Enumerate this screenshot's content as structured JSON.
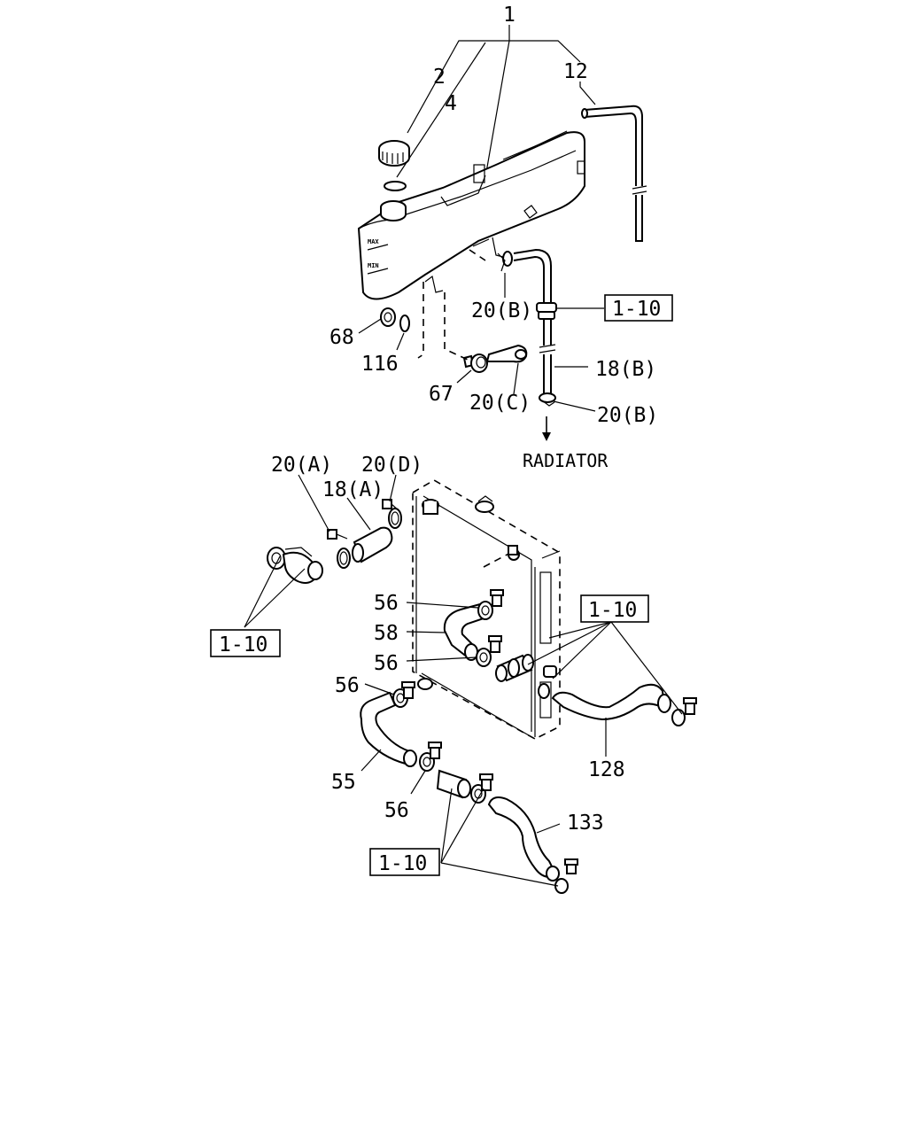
{
  "labels": {
    "p1": "1",
    "p2": "2",
    "p4": "4",
    "p12": "12",
    "p20b_top": "20(B)",
    "ref_top": "1-10",
    "p18b": "18(B)",
    "p68": "68",
    "p116": "116",
    "p67": "67",
    "p20c": "20(C)",
    "p20b_bot": "20(B)",
    "radiator": "RADIATOR",
    "p20a": "20(A)",
    "p20d": "20(D)",
    "p18a": "18(A)",
    "ref_left": "1-10",
    "p56_a": "56",
    "p58": "58",
    "p56_b": "56",
    "p56_c": "56",
    "ref_right": "1-10",
    "p55": "55",
    "p56_d": "56",
    "p128": "128",
    "p133": "133",
    "ref_bottom": "1-10"
  },
  "tank_marks": {
    "max": "MAX",
    "min": "MIN"
  }
}
